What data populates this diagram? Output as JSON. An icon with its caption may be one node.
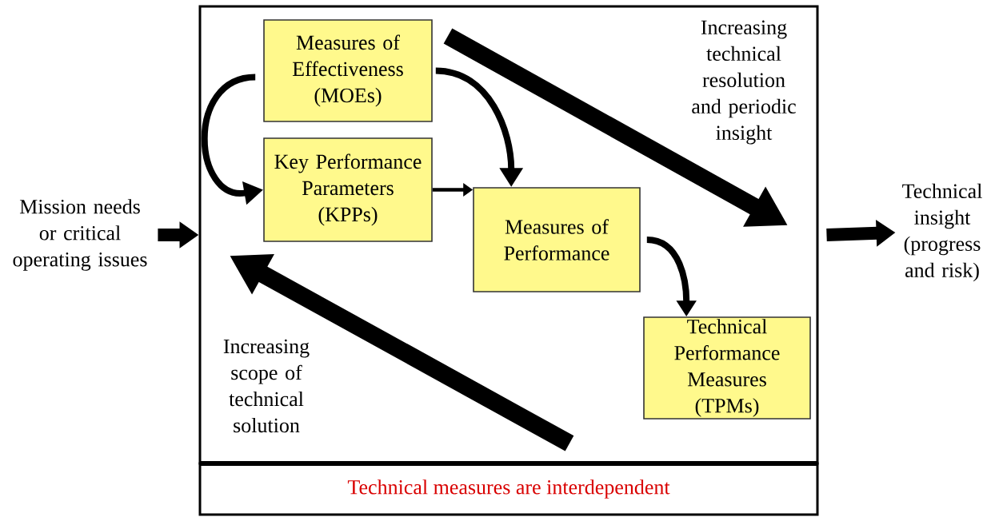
{
  "diagram": {
    "nodes": [
      {
        "text": [],
        "shape": "box"
      },
      {
        "text": [
          "Measures of Effectiveness (MOEs)"
        ],
        "in": 0
      },
      {
        "text": [
          "Key Performance Parameters (KPPs)"
        ],
        "in": 0
      },
      {
        "text": [
          "Measures of Performance"
        ],
        "in": 0
      },
      {
        "text": [
          "Technical Performance Measures (TPMs)"
        ],
        "in": 0
      },
      {
        "text": [
          "Technical measures are interdependent"
        ]
      },
      {
        "text": [
          "Mission needs or critical operating issues"
        ]
      },
      {
        "text": [
          "Technical insight (progress and risk)"
        ]
      }
    ],
    "edges": [
      {
        "from": 6,
        "to": 0,
        "arrow": "to",
        "style": "thick"
      },
      {
        "from": 0,
        "to": 7,
        "arrow": "to",
        "style": "thick"
      },
      {
        "from": 1,
        "to": 2,
        "arrow": "to"
      },
      {
        "from": 1,
        "to": 3,
        "arrow": "to"
      },
      {
        "from": 2,
        "to": 3,
        "arrow": "to"
      },
      {
        "from": 3,
        "to": 4,
        "arrow": "to"
      }
    ],
    "labels": [
      "Increasing technical resolution and periodic insight",
      "Increasing scope of technical solution"
    ]
  }
}
